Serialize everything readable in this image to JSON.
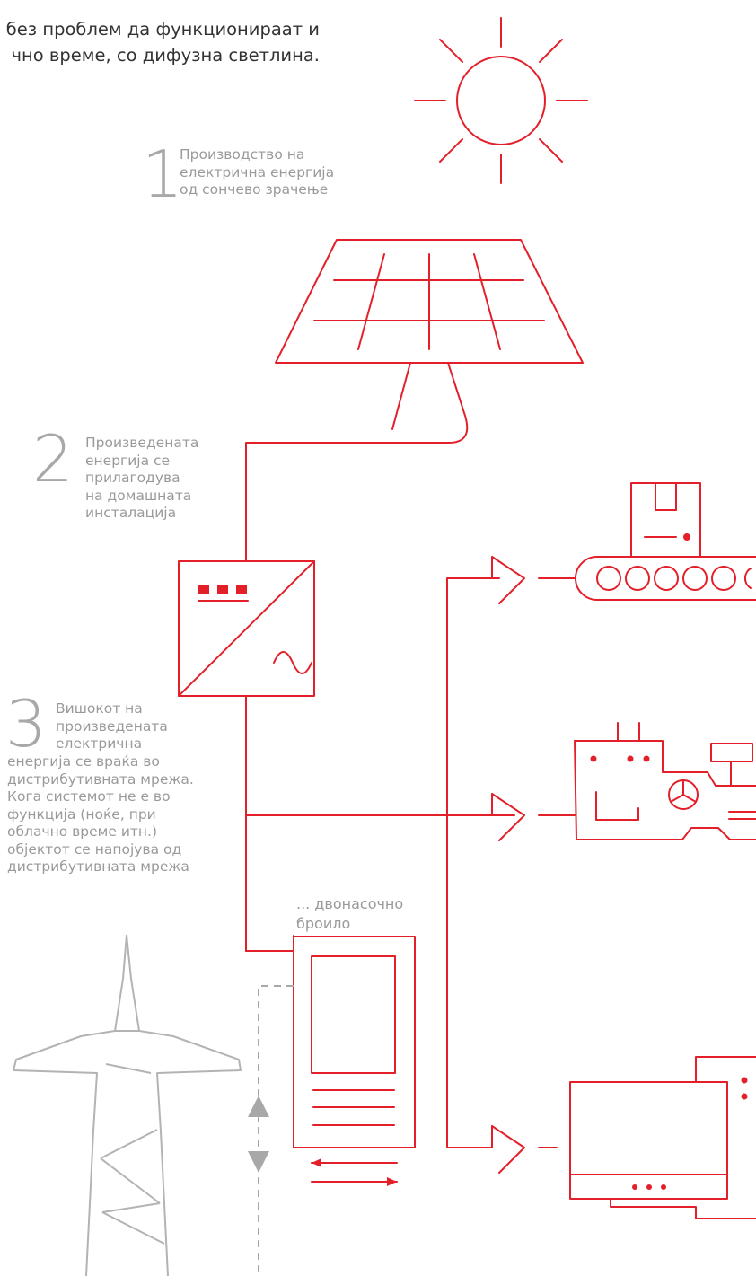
{
  "intro": {
    "line1": "... без проблем, ...",
    "line2": "без проблем да функционираат и",
    "line3": "чно време, со дифузна светлина."
  },
  "steps": {
    "step1": {
      "number": "1",
      "lines": [
        "Производство на",
        "електрична енергија",
        "од сончево зрачење"
      ]
    },
    "step2": {
      "number": "2",
      "lines": [
        "Произведената",
        "енергија се",
        "прилагодува",
        "на домашната",
        "инсталација"
      ]
    },
    "step3": {
      "number": "3",
      "lines": [
        "Вишокот на",
        "произведената",
        "електрична",
        "енергија се враќа во",
        "дистрибутивната мрежа.",
        "Кога системот не е во",
        "функција (ноќе, при",
        "облачно време итн.)",
        "објектот се напојува од",
        "дистрибутивната мрежа"
      ]
    }
  },
  "meter": {
    "lines": [
      "... двонасочно",
      "броило"
    ]
  },
  "colors": {
    "accent": "#e3202a",
    "muted": "#a8a8a8",
    "text": "#333333"
  }
}
